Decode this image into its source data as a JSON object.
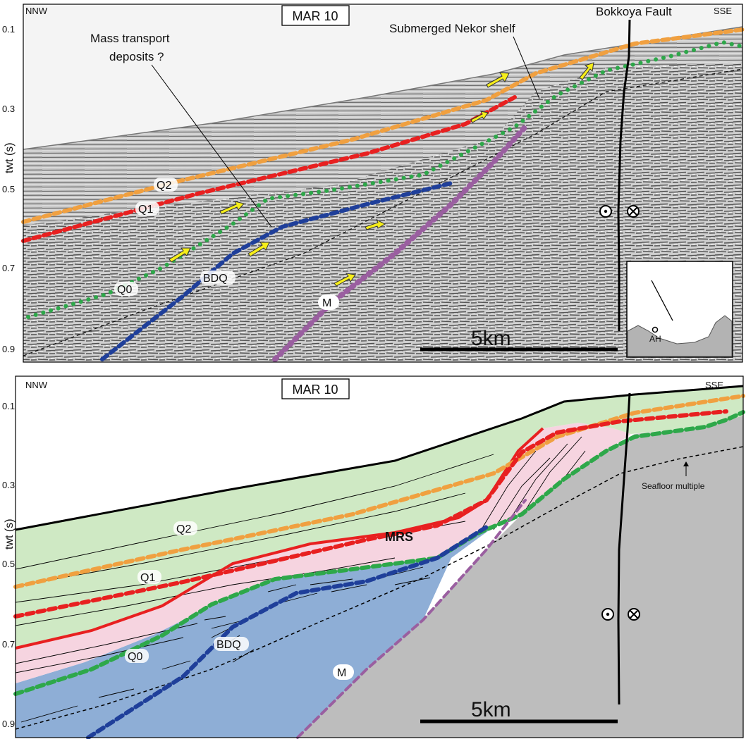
{
  "top": {
    "title": "MAR 10",
    "left_dir": "NNW",
    "right_dir": "SSE",
    "yaxis_label": "twt (s)",
    "ticks": [
      "0.1",
      "0.3",
      "0.5",
      "0.7",
      "0.9"
    ],
    "fault_label": "Bokkoya Fault",
    "mtd_label_line1": "Mass transport",
    "mtd_label_line2": "deposits ?",
    "shelf_label": "Submerged Nekor shelf",
    "horizons": {
      "q2": "Q2",
      "q1": "Q1",
      "q0": "Q0",
      "bdq": "BDQ",
      "m": "M"
    },
    "scale_label": "5km",
    "inset_label": "AH"
  },
  "bottom": {
    "title": "MAR 10",
    "left_dir": "NNW",
    "right_dir": "SSE",
    "yaxis_label": "twt (s)",
    "ticks": [
      "0.1",
      "0.3",
      "0.5",
      "0.7",
      "0.9"
    ],
    "horizons": {
      "q2": "Q2",
      "q1": "Q1",
      "q0": "Q0",
      "bdq": "BDQ",
      "m": "M",
      "mrs": "MRS"
    },
    "multiple_label": "Seafloor multiple",
    "scale_label": "5km"
  },
  "colors": {
    "q2": "#f0a040",
    "q1": "#e82020",
    "q0": "#2ea84a",
    "bdq": "#1f3f9a",
    "m": "#9a5fa0",
    "arrow": "#f6ee1a",
    "green_fill": "#cfe9c4",
    "pink_fill": "#f6d4e0",
    "blue_fill": "#8eaed6",
    "gray_fill": "#bdbdbd"
  }
}
